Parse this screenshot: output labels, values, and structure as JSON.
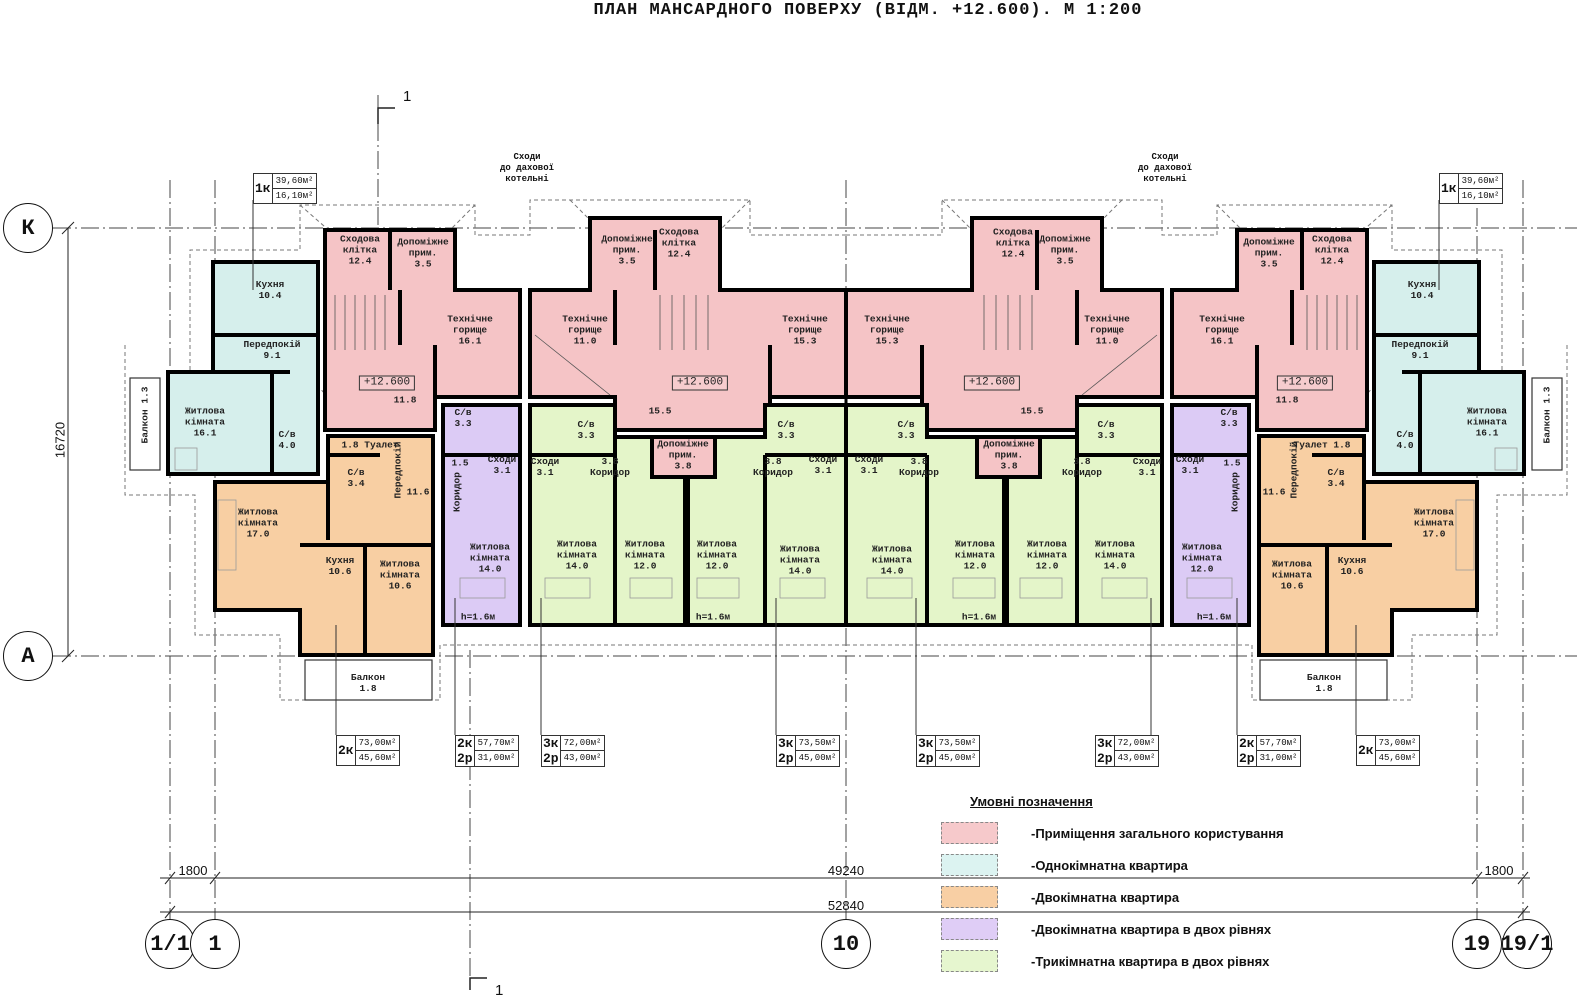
{
  "title": "ПЛАН МАНСАРДНОГО ПОВЕРХУ (ВІДМ. +12.600). М 1:200",
  "axes": {
    "k": "К",
    "a": "А",
    "ax1_1": "1/1",
    "ax1": "1",
    "ax10": "10",
    "ax19": "19",
    "ax19_1": "19/1"
  },
  "dimensions": {
    "height": "16720",
    "left": "1800",
    "middle": "49240",
    "right": "1800",
    "total": "52840"
  },
  "section": {
    "top": "1",
    "bottom": "1"
  },
  "notes": {
    "stairs_left": "Сходи\nдо дахової\nкотельні",
    "stairs_right": "Сходи\nдо дахової\nкотельні"
  },
  "rooms": {
    "left": [
      "Кухня\n10.4",
      "Передпокій\n9.1",
      "Житлова\nкімната\n16.1",
      "С/в\n4.0",
      "Сходова\nклітка\n12.4",
      "Допоміжне\nприм.\n3.5",
      "Технічне\nгорище\n16.1",
      "+12.600",
      "11.8",
      "Балкон  1.3",
      "1.8 Туалет",
      "С/в\n3.4",
      "Передпокій",
      "11.6",
      "Житлова\nкімната\n17.0",
      "Кухня\n10.6",
      "Житлова\nкімната\n10.6",
      "Балкон\n1.8",
      "С/в\n3.3",
      "1.5",
      "Сходи\n3.1",
      "Коридор",
      "Житлова\nкімната\n14.0",
      "h=1.6м",
      "Технічне\nгорище\n11.0",
      "Допоміжне\nприм.\n3.5",
      "Сходова\nклітка\n12.4",
      "+12.600",
      "15.5",
      "Технічне\nгорище\n15.3",
      "Допоміжне\nприм.\n3.8",
      "Сходи\n3.1",
      "С/в\n3.3",
      "3.8\nКоридор",
      "Житлова\nкімната\n14.0",
      "Житлова\nкімната\n12.0",
      "Житлова\nкімната\n12.0",
      "Житлова\nкімната\n14.0",
      "С/в\n3.3",
      "3.8\nКоридор",
      "Сходи\n3.1",
      "h=1.6м"
    ],
    "right": [
      "Кухня\n10.4",
      "Передпокій\n9.1",
      "Житлова\nкімната\n16.1",
      "С/в\n4.0",
      "Сходова\nклітка\n12.4",
      "Допоміжне\nприм.\n3.5",
      "Технічне\nгорище\n16.1",
      "+12.600",
      "11.8",
      "Балкон  1.3",
      "Туалет 1.8",
      "С/в\n3.4",
      "Передпокій",
      "11.6",
      "Житлова\nкімната\n17.0",
      "Кухня\n10.6",
      "Житлова\nкімната\n10.6",
      "Балкон\n1.8",
      "С/в\n3.3",
      "1.5",
      "Сходи\n3.1",
      "Коридор",
      "Житлова\nкімната\n12.0",
      "h=1.6м",
      "Технічне\nгорище\n11.0",
      "Допоміжне\nприм.\n3.5",
      "Сходова\nклітка\n12.4",
      "+12.600",
      "15.5",
      "Технічне\nгорище\n15.3",
      "Допоміжне\nприм.\n3.8",
      "Сходи\n3.1",
      "С/в\n3.3",
      "3.8\nКоридор",
      "Житлова\nкімната\n14.0",
      "Житлова\nкімната\n12.0",
      "Житлова\nкімната\n12.0",
      "Житлова\nкімната\n14.0",
      "С/в\n3.3",
      "3.8\nКоридор",
      "Сходи\n3.1",
      "h=1.6м"
    ]
  },
  "tags": [
    {
      "type": [
        "1к"
      ],
      "areas": [
        "39,60м²",
        "16,10м²"
      ]
    },
    {
      "type": [
        "1к"
      ],
      "areas": [
        "39,60м²",
        "16,10м²"
      ]
    },
    {
      "type": [
        "2к"
      ],
      "areas": [
        "73,00м²",
        "45,60м²"
      ]
    },
    {
      "type": [
        "2к",
        "2р"
      ],
      "areas": [
        "57,70м²",
        "31,00м²"
      ]
    },
    {
      "type": [
        "3к",
        "2р"
      ],
      "areas": [
        "72,00м²",
        "43,00м²"
      ]
    },
    {
      "type": [
        "3к",
        "2р"
      ],
      "areas": [
        "73,50м²",
        "45,00м²"
      ]
    },
    {
      "type": [
        "3к",
        "2р"
      ],
      "areas": [
        "73,50м²",
        "45,00м²"
      ]
    },
    {
      "type": [
        "3к",
        "2р"
      ],
      "areas": [
        "72,00м²",
        "43,00м²"
      ]
    },
    {
      "type": [
        "2к",
        "2р"
      ],
      "areas": [
        "57,70м²",
        "31,00м²"
      ]
    },
    {
      "type": [
        "2к"
      ],
      "areas": [
        "73,00м²",
        "45,60м²"
      ]
    }
  ],
  "legend": {
    "title": "Умовні позначення",
    "items": [
      {
        "label": "-Приміщення загального користування",
        "color": "#f6c9cb"
      },
      {
        "label": "-Однокімнатна квартира",
        "color": "#dcf3f1"
      },
      {
        "label": "-Двокімнатна квартира",
        "color": "#f8cfa4"
      },
      {
        "label": "-Двокімнатна квартира в двох рівнях",
        "color": "#dfcdf6"
      },
      {
        "label": "-Трикімнатна квартира в двох рівнях",
        "color": "#e6f6cf"
      }
    ]
  }
}
